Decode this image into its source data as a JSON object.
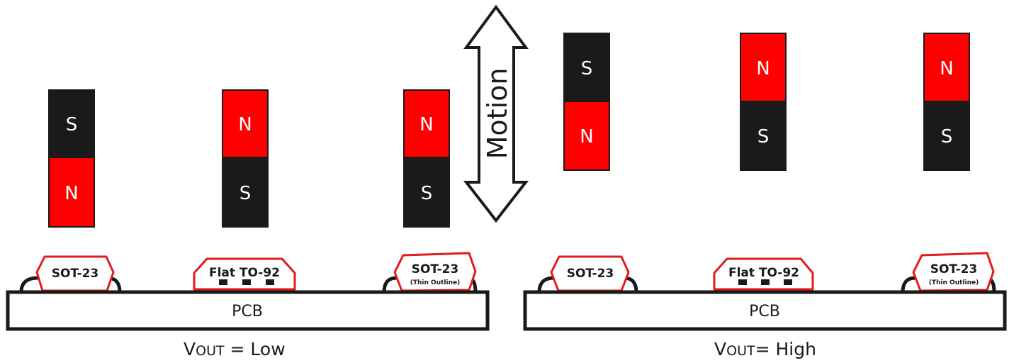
{
  "colors": {
    "north": "#ff0000",
    "south": "#1a1a1a",
    "outline": "#1a1a1a",
    "package_outline": "#e31b1b",
    "background": "#ffffff"
  },
  "poles": {
    "north": "N",
    "south": "S"
  },
  "packages": {
    "sot23": "SOT-23",
    "flat_to92": "Flat TO-92",
    "sot23_thin": "SOT-23",
    "thin_outline": "(Thin Outline)"
  },
  "pcb_label": "PCB",
  "motion_label": "Motion",
  "motion_icon": "double-arrow-vertical-icon",
  "states": [
    {
      "vout_prefix": "V",
      "vout_subscript": "OUT",
      "vout_suffix": " = Low",
      "magnets": [
        {
          "top": "S",
          "bottom": "N"
        },
        {
          "top": "N",
          "bottom": "S"
        },
        {
          "top": "N",
          "bottom": "S"
        }
      ]
    },
    {
      "vout_prefix": "V",
      "vout_subscript": "OUT",
      "vout_suffix": "= High",
      "magnets": [
        {
          "top": "S",
          "bottom": "N"
        },
        {
          "top": "N",
          "bottom": "S"
        },
        {
          "top": "N",
          "bottom": "S"
        }
      ]
    }
  ]
}
